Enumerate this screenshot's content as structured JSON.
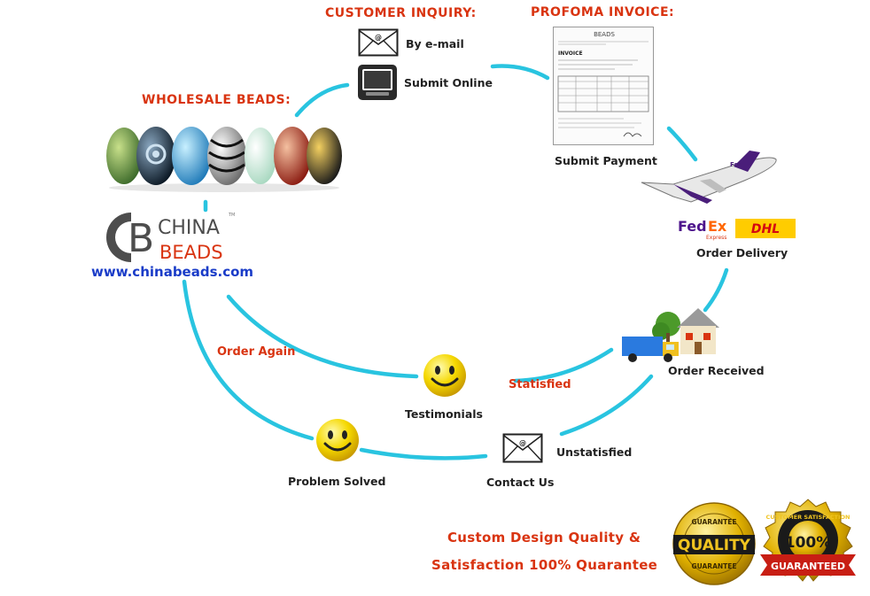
{
  "headers": {
    "customer_inquiry": "CUSTOMER INQUIRY:",
    "proforma_invoice": "PROFOMA INVOICE:",
    "wholesale_beads": "WHOLESALE BEADS:"
  },
  "inquiry": {
    "email_label": "By e-mail",
    "online_label": "Submit Online"
  },
  "invoice_doc": {
    "logo": "BEADS",
    "title": "INVOICE",
    "caption": "Submit Payment"
  },
  "brand": {
    "name_top": "CHINA",
    "name_bottom": "BEADS",
    "tm": "TM",
    "url": "www.chinabeads.com"
  },
  "shipping": {
    "fedex_fed": "Fed",
    "fedex_ex": "Ex",
    "fedex_sub": "Express",
    "dhl": "DHL",
    "caption": "Order Delivery"
  },
  "received": {
    "caption": "Order Received"
  },
  "flow": {
    "order_again": "Order Again",
    "statisfied": "Statisfied",
    "testimonials": "Testimonials",
    "unstatisfied": "Unstatisfied",
    "contact_us": "Contact Us",
    "problem_solved": "Problem Solved"
  },
  "guarantee": {
    "line1": "Custom Design Quality &",
    "line2": "Satisfaction 100% Quarantee",
    "seal1_top": "GUARANTEE",
    "seal1_mid": "QUALITY",
    "seal1_bottom": "GUARANTEE",
    "seal2_ring": "CUSTOMER SATISFACTION",
    "seal2_mid": "100%",
    "seal2_ribbon": "GUARANTEED"
  },
  "colors": {
    "accent_red": "#d93411",
    "flow_cyan": "#29c4e0",
    "label_dark": "#222222",
    "gold": "#e0b000",
    "smiley_yellow": "#f5d800"
  }
}
